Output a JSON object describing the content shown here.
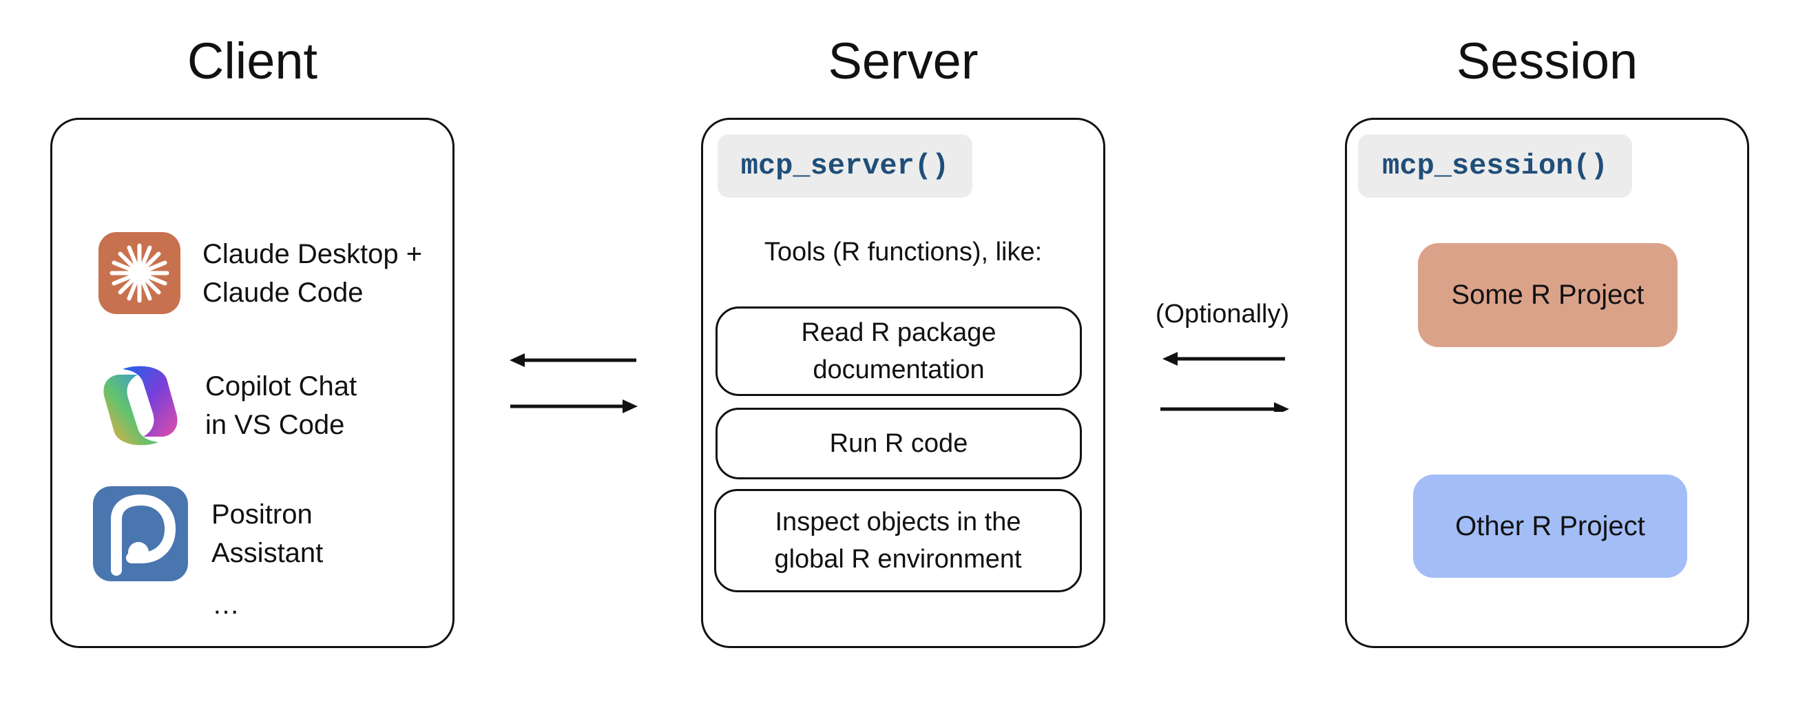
{
  "columns": {
    "client": "Client",
    "server": "Server",
    "session": "Session"
  },
  "client": {
    "items": [
      {
        "label_line1": "Claude Desktop +",
        "label_line2": "Claude Code",
        "icon": "claude-sunburst-icon",
        "color": "#C8714F"
      },
      {
        "label_line1": "Copilot Chat",
        "label_line2": "in VS Code",
        "icon": "copilot-icon"
      },
      {
        "label_line1": "Positron",
        "label_line2": "Assistant",
        "icon": "positron-icon",
        "color": "#4A76B0"
      }
    ],
    "ellipsis": "…"
  },
  "server": {
    "function": "mcp_server()",
    "tools_caption": "Tools (R functions), like:",
    "tools": [
      {
        "line1": "Read R package",
        "line2": "documentation"
      },
      {
        "line1": "Run R code",
        "line2": ""
      },
      {
        "line1": "Inspect objects in the",
        "line2": "global R environment"
      }
    ]
  },
  "links": {
    "optional_label": "(Optionally)"
  },
  "session": {
    "function": "mcp_session()",
    "projects": [
      {
        "label": "Some R Project",
        "color": "#DBA28A"
      },
      {
        "label": "Other R Project",
        "color": "#A3BDF7"
      }
    ]
  },
  "colors": {
    "code_text": "#1f4e79",
    "code_bg": "#ececec"
  }
}
